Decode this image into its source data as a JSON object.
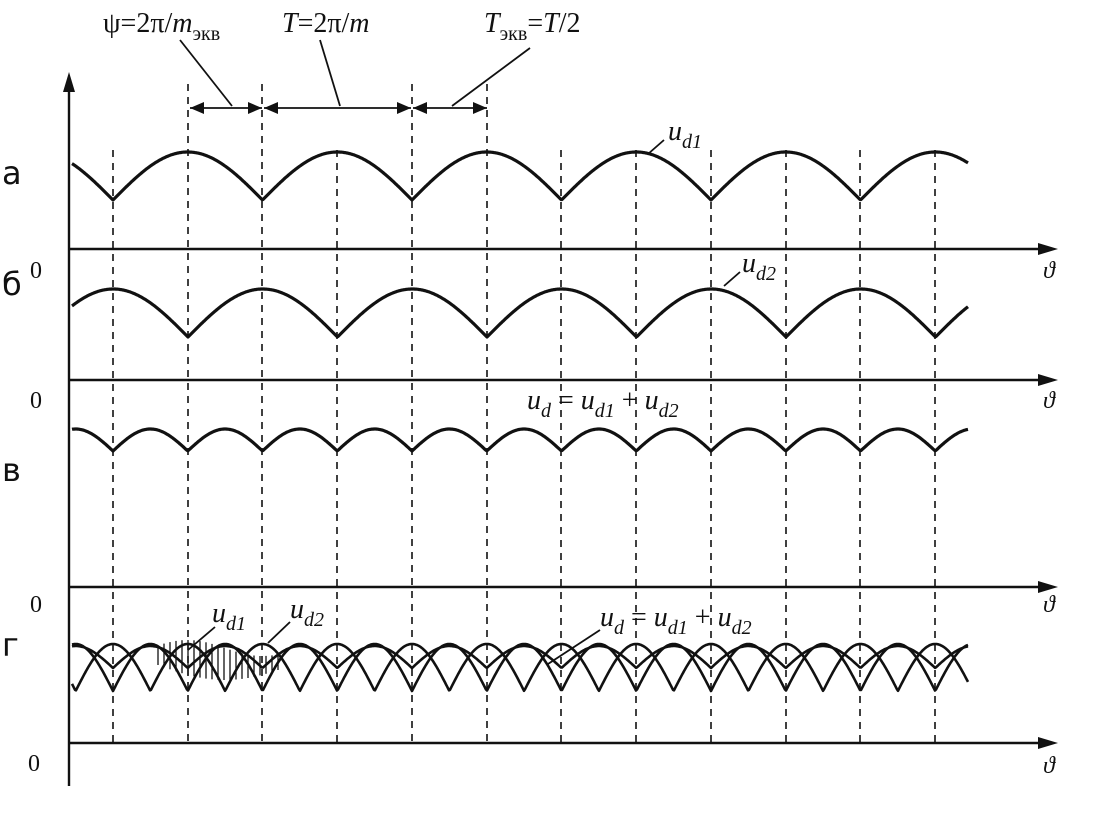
{
  "header": {
    "psi": {
      "main": "ψ=2π/",
      "var": "m",
      "sub": "экв"
    },
    "period": {
      "main": "T",
      "rest": "=2π/",
      "var": "m"
    },
    "equiv": {
      "main": "T",
      "sub": "экв",
      "rest": "=",
      "var": "T",
      "tail": "/2"
    }
  },
  "panels": [
    {
      "letter": "а",
      "zero": "0",
      "axis": "ϑ",
      "curve": {
        "main": "u",
        "sub": "d1"
      }
    },
    {
      "letter": "б",
      "zero": "0",
      "axis": "ϑ",
      "curve": {
        "main": "u",
        "sub": "d2"
      }
    },
    {
      "letter": "в",
      "zero": "0",
      "axis": "ϑ",
      "curve": {
        "ud": "u",
        "ud_sub": "d",
        "eq": " = ",
        "u1": "u",
        "u1_sub": "d1",
        "plus": " + ",
        "u2": "u",
        "u2_sub": "d2"
      }
    },
    {
      "letter": "г",
      "zero": "0",
      "axis": "ϑ",
      "curve_a": {
        "main": "u",
        "sub": "d1"
      },
      "curve_b": {
        "main": "u",
        "sub": "d2"
      },
      "curve": {
        "ud": "u",
        "ud_sub": "d",
        "eq": " = ",
        "u1": "u",
        "u1_sub": "d1",
        "plus": " + ",
        "u2": "u",
        "u2_sub": "d2"
      }
    }
  ]
}
